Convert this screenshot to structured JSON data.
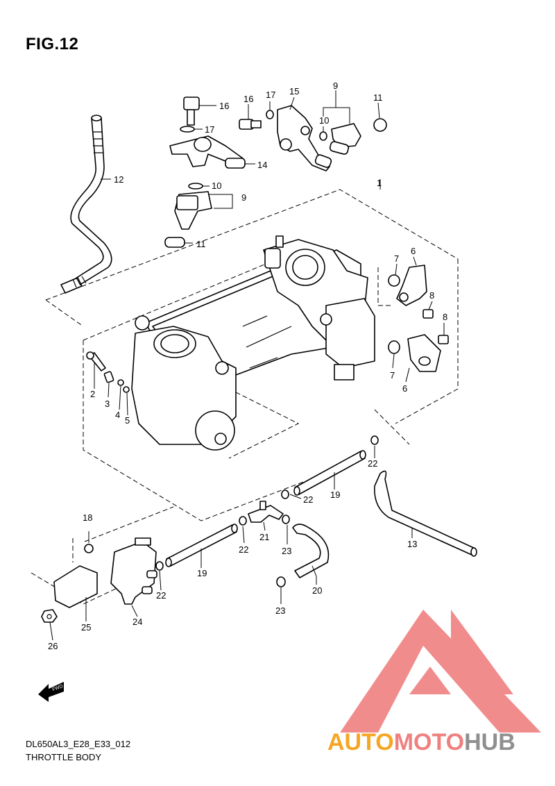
{
  "figure": {
    "title": "FIG.12",
    "code": "DL650AL3_E28_E33_012",
    "name": "THROTTLE BODY"
  },
  "watermark": {
    "part1": "AUTO",
    "part2": "MOTO",
    "part3": "HUB",
    "colors": {
      "logo": "#f08080",
      "auto": "#f5a623",
      "moto": "#f08080",
      "hub": "#8f8f8f"
    }
  },
  "fwd_label": "FWD",
  "callouts": [
    {
      "id": "c1",
      "text": "1"
    },
    {
      "id": "c2",
      "text": "2"
    },
    {
      "id": "c3",
      "text": "3"
    },
    {
      "id": "c4",
      "text": "4"
    },
    {
      "id": "c5",
      "text": "5"
    },
    {
      "id": "c6a",
      "text": "6"
    },
    {
      "id": "c6b",
      "text": "6"
    },
    {
      "id": "c7a",
      "text": "7"
    },
    {
      "id": "c7b",
      "text": "7"
    },
    {
      "id": "c8a",
      "text": "8"
    },
    {
      "id": "c8b",
      "text": "8"
    },
    {
      "id": "c9a",
      "text": "9"
    },
    {
      "id": "c9b",
      "text": "9"
    },
    {
      "id": "c10a",
      "text": "10"
    },
    {
      "id": "c10b",
      "text": "10"
    },
    {
      "id": "c11a",
      "text": "11"
    },
    {
      "id": "c11b",
      "text": "11"
    },
    {
      "id": "c12",
      "text": "12"
    },
    {
      "id": "c13",
      "text": "13"
    },
    {
      "id": "c14",
      "text": "14"
    },
    {
      "id": "c15",
      "text": "15"
    },
    {
      "id": "c16a",
      "text": "16"
    },
    {
      "id": "c16b",
      "text": "16"
    },
    {
      "id": "c17a",
      "text": "17"
    },
    {
      "id": "c17b",
      "text": "17"
    },
    {
      "id": "c18",
      "text": "18"
    },
    {
      "id": "c19a",
      "text": "19"
    },
    {
      "id": "c19b",
      "text": "19"
    },
    {
      "id": "c20",
      "text": "20"
    },
    {
      "id": "c21",
      "text": "21"
    },
    {
      "id": "c22a",
      "text": "22"
    },
    {
      "id": "c22b",
      "text": "22"
    },
    {
      "id": "c22c",
      "text": "22"
    },
    {
      "id": "c22d",
      "text": "22"
    },
    {
      "id": "c23a",
      "text": "23"
    },
    {
      "id": "c23b",
      "text": "23"
    },
    {
      "id": "c24",
      "text": "24"
    },
    {
      "id": "c25",
      "text": "25"
    },
    {
      "id": "c26",
      "text": "26"
    }
  ]
}
